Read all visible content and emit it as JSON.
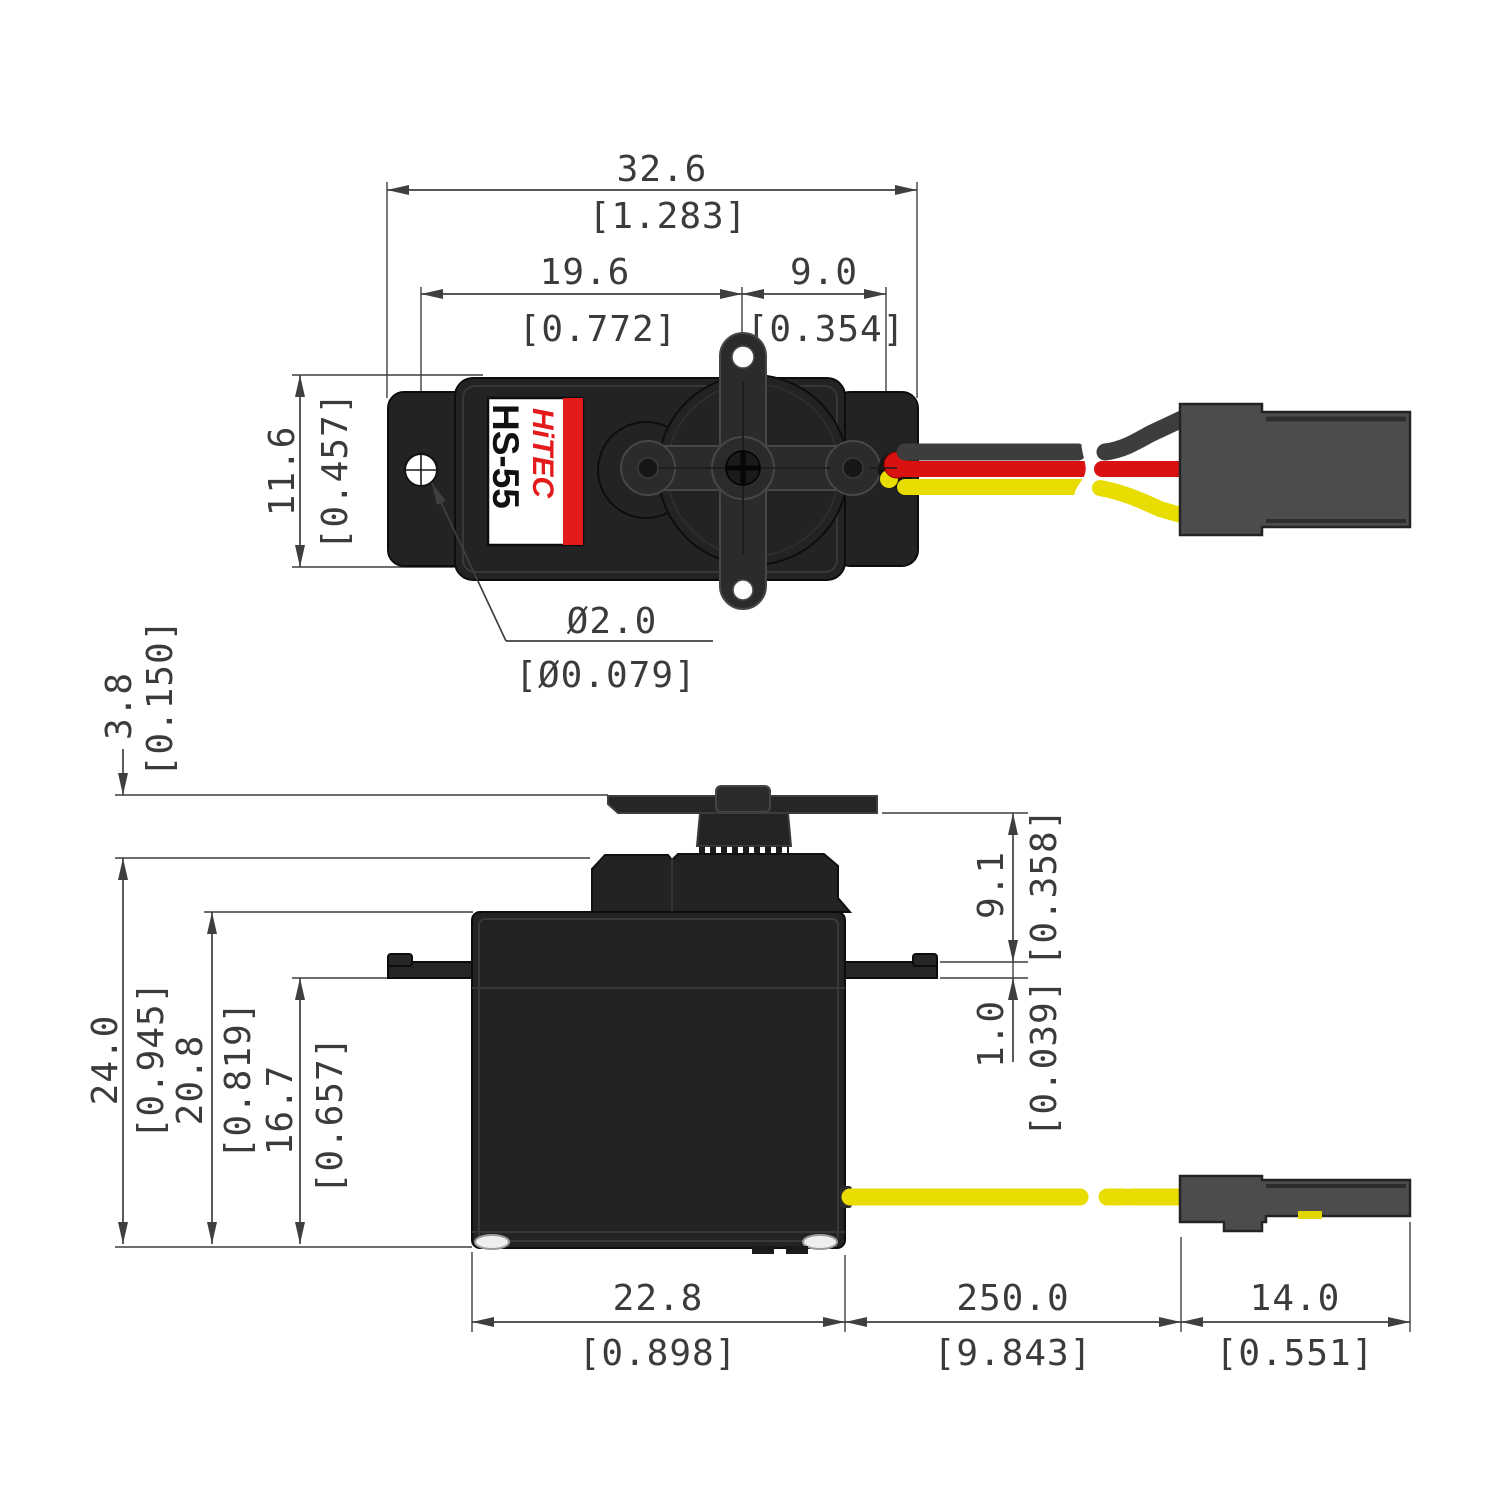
{
  "label": {
    "brand": "HiTEC",
    "model": "HS-55"
  },
  "colors": {
    "body": "#232323",
    "label_red": "#e31b1c",
    "wire_black": "#3d3d3d",
    "wire_red": "#d91111",
    "wire_yellow": "#e9dc00",
    "connector": "#4c4c4c",
    "dimension": "#3b3b3b"
  },
  "top_view": {
    "overall_width_mm": "32.6",
    "overall_width_in": "[1.283]",
    "hole_to_center_mm": "19.6",
    "hole_to_center_in": "[0.772]",
    "center_to_wire_mm": "9.0",
    "center_to_wire_in": "[0.354]",
    "case_width_mm": "11.6",
    "case_width_in": "[0.457]",
    "mount_hole_dia_mm": "Ø2.0",
    "mount_hole_dia_in": "[Ø0.079]"
  },
  "side_view": {
    "horn_height_mm": "3.8",
    "horn_height_in": "[0.150]",
    "case_height_mm": "24.0",
    "case_height_in": "[0.945]",
    "body_height_mm": "20.8",
    "body_height_in": "[0.819]",
    "flange_to_bottom_mm": "16.7",
    "flange_to_bottom_in": "[0.657]",
    "horn_to_flange_mm": "9.1",
    "horn_to_flange_in": "[0.358]",
    "flange_thickness_mm": "1.0",
    "flange_thickness_in": "[0.039]",
    "case_length_mm": "22.8",
    "case_length_in": "[0.898]",
    "wire_length_mm": "250.0",
    "wire_length_in": "[9.843]",
    "connector_length_mm": "14.0",
    "connector_length_in": "[0.551]"
  }
}
